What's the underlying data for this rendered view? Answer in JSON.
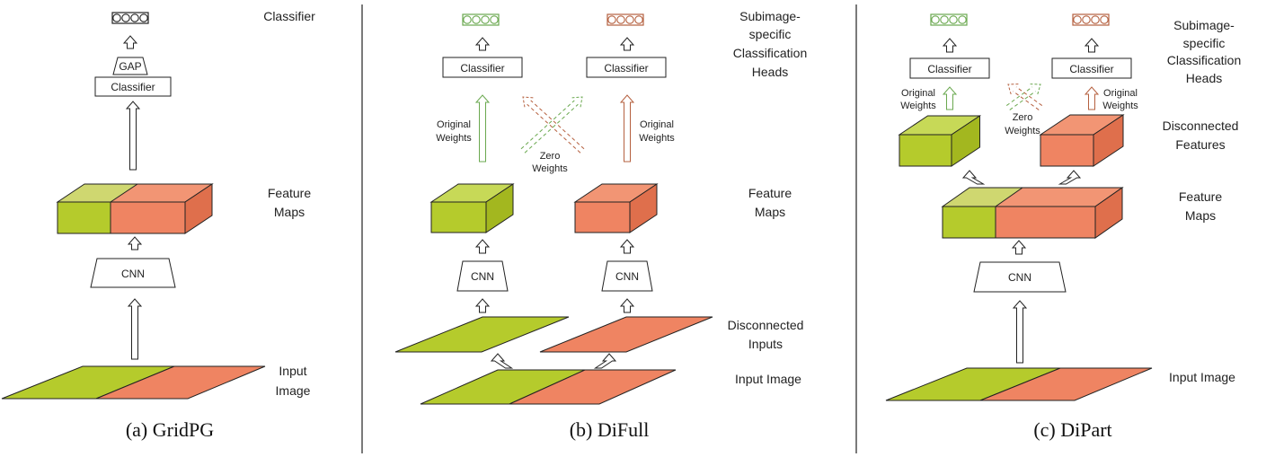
{
  "colors": {
    "green_top": "#c7d957",
    "green_front": "#b5cb2c",
    "green_side": "#a3b71f",
    "red_top": "#f29574",
    "red_front": "#ef8462",
    "red_side": "#df6f4c",
    "green_line": "#6aa84f",
    "red_line": "#b5603f",
    "stroke": "#222222"
  },
  "panel_a": {
    "caption": "(a) GridPG",
    "classifier_label": "Classifier",
    "gap_label": "GAP",
    "classifier_box": "Classifier",
    "feature_label": [
      "Feature",
      "Maps"
    ],
    "cnn_label": "CNN",
    "input_label": [
      "Input",
      "Image"
    ]
  },
  "panel_b": {
    "caption": "(b) DiFull",
    "heads_label": [
      "Subimage-",
      "specific",
      "Classification",
      "Heads"
    ],
    "classifier_left": "Classifier",
    "classifier_right": "Classifier",
    "orig_weights_left": [
      "Original",
      "Weights"
    ],
    "orig_weights_right": [
      "Original",
      "Weights"
    ],
    "zero_weights": [
      "Zero",
      "Weights"
    ],
    "feature_label": [
      "Feature",
      "Maps"
    ],
    "cnn_left": "CNN",
    "cnn_right": "CNN",
    "disconnected_label": [
      "Disconnected",
      "Inputs"
    ],
    "input_label": "Input Image"
  },
  "panel_c": {
    "caption": "(c) DiPart",
    "heads_label": [
      "Subimage-",
      "specific",
      "Classification",
      "Heads"
    ],
    "classifier_left": "Classifier",
    "classifier_right": "Classifier",
    "orig_weights_left": [
      "Original",
      "Weights"
    ],
    "orig_weights_right": [
      "Original",
      "Weights"
    ],
    "zero_weights": [
      "Zero",
      "Weights"
    ],
    "disconnected_label": [
      "Disconnected",
      "Features"
    ],
    "feature_label": [
      "Feature",
      "Maps"
    ],
    "cnn_label": "CNN",
    "input_label": "Input Image"
  }
}
